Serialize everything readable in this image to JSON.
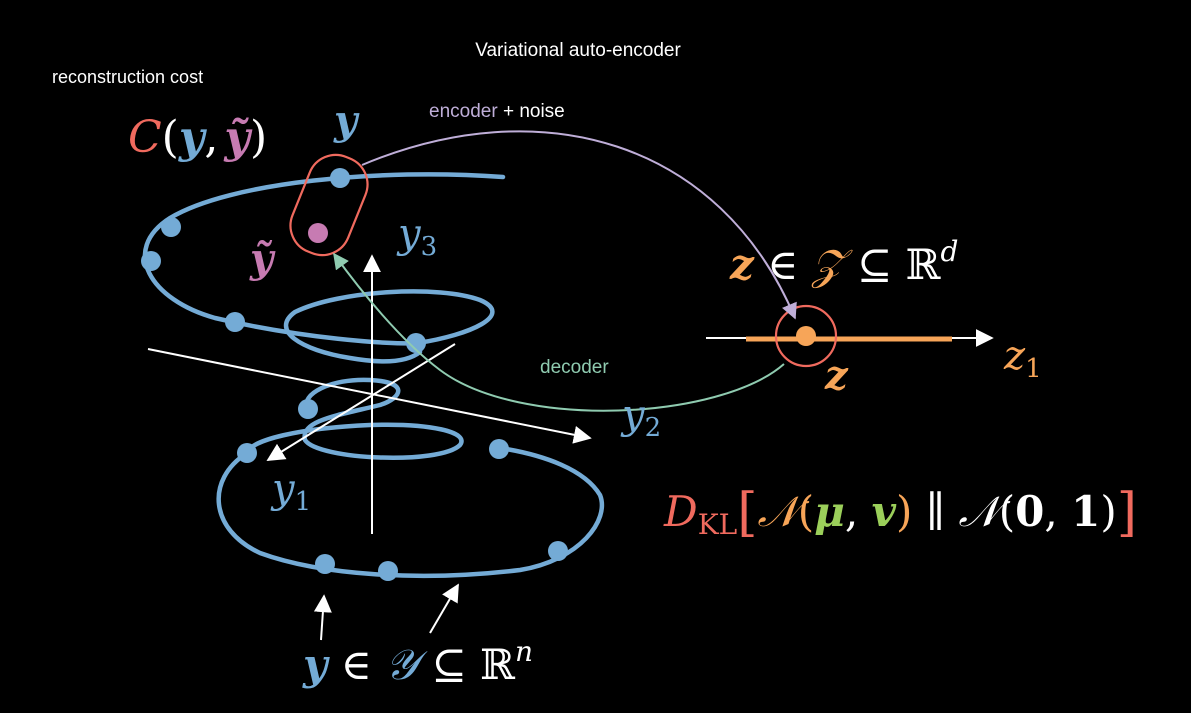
{
  "title": "Variational auto-encoder",
  "labels": {
    "reconstruction_cost": "reconstruction cost",
    "encoder": "encoder",
    "plus_noise": " + noise",
    "decoder": "decoder"
  },
  "math": {
    "cost": {
      "C": "C",
      "open": "(",
      "y": "y",
      "comma": ",",
      "y_tilde": "ỹ",
      "close": ")"
    },
    "y_label": "y",
    "y_tilde_label": "ỹ",
    "y1": {
      "base": "y",
      "sub": "1"
    },
    "y2": {
      "base": "y",
      "sub": "2"
    },
    "y3": {
      "base": "y",
      "sub": "3"
    },
    "z_label": "z",
    "z1": {
      "base": "z",
      "sub": "1"
    },
    "z_set": {
      "z": "z",
      "in": " ∈ ",
      "Z": "𝒵",
      "subset": " ⊆ ",
      "R": "ℝ",
      "exp": "d"
    },
    "y_set": {
      "y": "y",
      "in": " ∈ ",
      "Y": "𝒴",
      "subset": " ⊆ ",
      "R": "ℝ",
      "exp": "n"
    },
    "kl": {
      "D": "D",
      "sub": "KL",
      "lb": "[",
      "N1": "𝒩",
      "open1": "(",
      "mu": "μ",
      "comma1": ", ",
      "v": "v",
      "close1": ")",
      "par": " ∥ ",
      "N2": "𝒩",
      "open2": "(",
      "zero": "0",
      "comma2": ", ",
      "one": "1",
      "close2": ")",
      "rb": "]"
    }
  },
  "colors": {
    "background": "#000000",
    "manifold": "#74abd6",
    "axes": "#ffffff",
    "cost": "#f06a5e",
    "y_tilde": "#c77bb2",
    "latent": "#f7a558",
    "encoder_arrow": "#bfaed8",
    "decoder_arrow": "#8fcbb0",
    "mu_v": "#9bcf5a"
  }
}
